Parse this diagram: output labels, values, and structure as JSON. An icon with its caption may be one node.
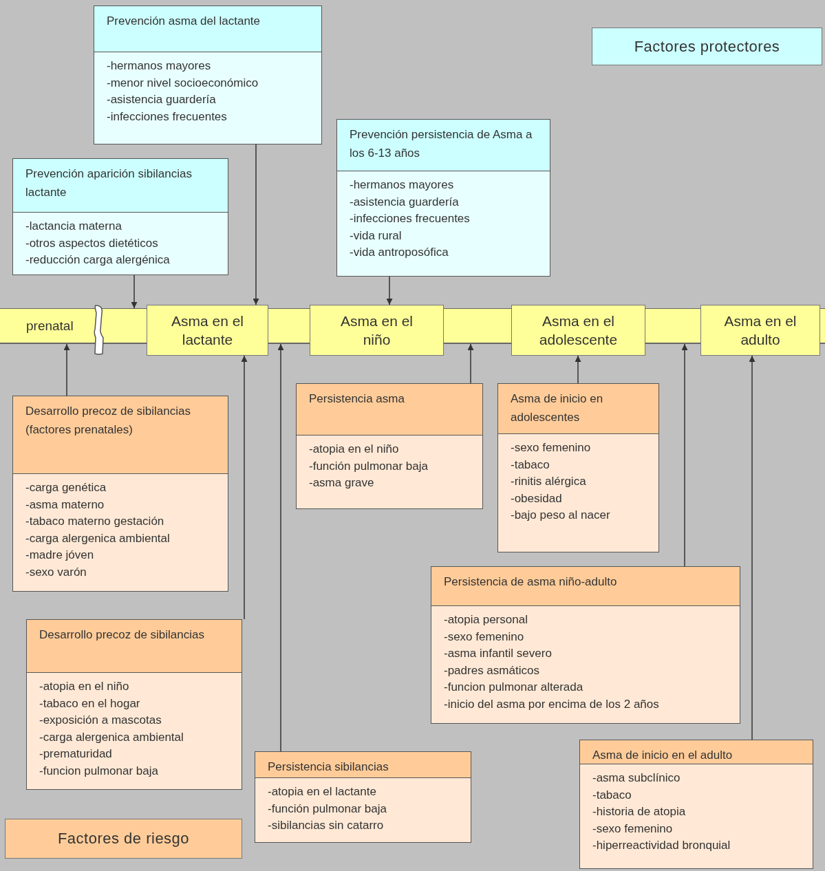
{
  "diagram": {
    "nodes": [
      {
        "text": [
          "prenatal"
        ]
      },
      {
        "text": [
          "Asma en el lactante"
        ],
        "in": 0
      },
      {
        "text": [
          "Asma en el niño"
        ],
        "in": 0
      },
      {
        "text": [
          "Asma en el adolescente"
        ],
        "in": 0
      },
      {
        "text": [
          "Asma en el adulto"
        ],
        "in": 0
      },
      {
        "text": [
          "Factores protectores"
        ]
      },
      {
        "text": [
          "Prevención asma del lactante",
          "-hermanos mayores",
          "-menor nivel socioeconómico",
          "-asistencia guardería",
          "-infecciones frecuentes"
        ]
      },
      {
        "text": [
          "Prevención aparición sibilancias lactante",
          "-lactancia materna",
          "-otros aspectos dietéticos",
          "-reducción carga alergénica"
        ]
      },
      {
        "text": [
          "Prevención persistencia de Asma a los 6-13 años",
          "-hermanos mayores",
          "-asistencia guardería",
          "-infecciones frecuentes",
          "-vida rural",
          "-vida antroposófica"
        ]
      },
      {
        "text": [
          "Desarrollo precoz de sibilancias (factores prenatales)",
          "-carga genética",
          "-asma materno",
          "-tabaco materno gestación",
          "-carga alergenica ambiental",
          "-madre jóven",
          "-sexo varón"
        ]
      },
      {
        "text": [
          "Persistencia asma",
          "-atopia en el niño",
          "-función pulmonar baja",
          "-asma grave"
        ]
      },
      {
        "text": [
          "Asma de inicio en adolescentes",
          "-sexo femenino",
          "-tabaco",
          "-rinitis alérgica",
          "-obesidad",
          "-bajo peso al nacer"
        ]
      },
      {
        "text": [
          "Persistencia  de asma niño-adulto",
          "-atopia personal",
          "-sexo femenino",
          "-asma infantil severo",
          "-padres asmáticos",
          "-funcion pulmonar alterada",
          "-inicio del asma por encima de los 2 años"
        ]
      },
      {
        "text": [
          "Desarrollo precoz de sibilancias",
          "-atopia en el niño",
          "-tabaco en el hogar",
          "-exposición a mascotas",
          "-carga alergenica ambiental",
          "-prematuridad",
          "-funcion pulmonar baja"
        ]
      },
      {
        "text": [
          "Persistencia sibilancias",
          "-atopia en el lactante",
          "-función pulmonar baja",
          "-sibilancias sin catarro"
        ]
      },
      {
        "text": [
          "Asma de inicio en el adulto",
          "-asma subclínico",
          "-tabaco",
          "-historia de atopia",
          "-sexo femenino",
          "-hiperreactividad bronquial"
        ]
      },
      {
        "text": [
          "Factores de riesgo"
        ]
      },
      {
        "text": [],
        "shape": "bracket",
        "in": 0
      }
    ],
    "edges": [
      {
        "from": 6,
        "to": 1,
        "arrow": "to"
      },
      {
        "from": 7,
        "to": 0,
        "arrow": "to"
      },
      {
        "from": 8,
        "to": 2,
        "arrow": "to"
      },
      {
        "from": 9,
        "to": 0,
        "arrow": "to"
      },
      {
        "from": 13,
        "to": 1,
        "arrow": "to"
      },
      {
        "from": 14,
        "to": 0,
        "arrow": "to"
      },
      {
        "from": 10,
        "to": 0,
        "arrow": "to"
      },
      {
        "from": 11,
        "to": 3,
        "arrow": "to"
      },
      {
        "from": 12,
        "to": 0,
        "arrow": "to"
      },
      {
        "from": 15,
        "to": 4,
        "arrow": "to"
      }
    ]
  }
}
